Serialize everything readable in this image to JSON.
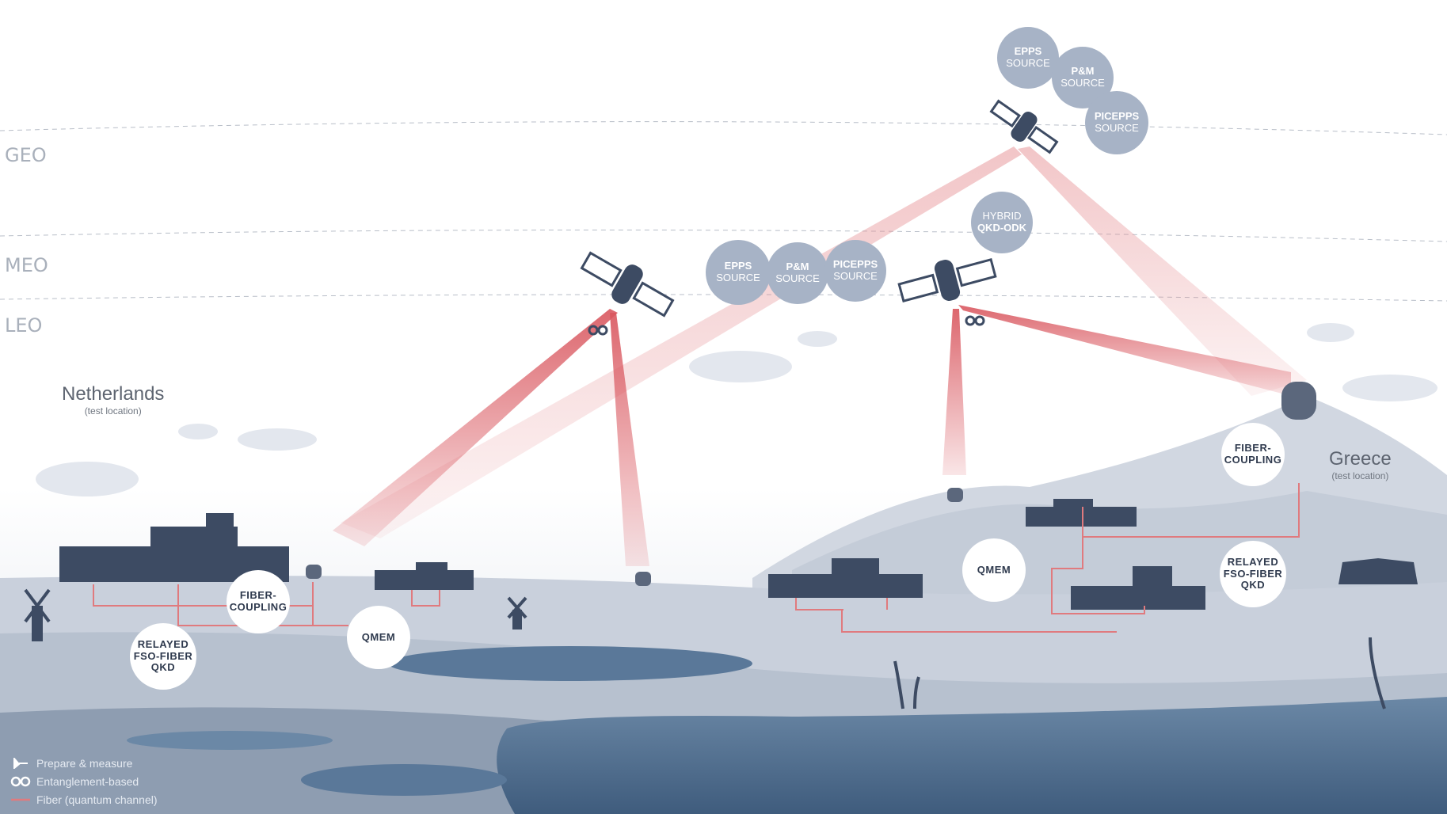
{
  "orbits": {
    "geo": "GEO",
    "meo": "MEO",
    "leo": "LEO"
  },
  "locations": {
    "netherlands": {
      "name": "Netherlands",
      "note": "(test location)"
    },
    "greece": {
      "name": "Greece",
      "note": "(test location)"
    }
  },
  "geo_sources": [
    {
      "line1": "EPPS",
      "line2": "SOURCE"
    },
    {
      "line1": "P&M",
      "line2": "SOURCE"
    },
    {
      "line1": "PICEPPS",
      "line2": "SOURCE"
    }
  ],
  "hybrid": {
    "line1": "HYBRID",
    "line2": "QKD-ODK"
  },
  "meo_sources": [
    {
      "line1": "EPPS",
      "line2": "SOURCE"
    },
    {
      "line1": "P&M",
      "line2": "SOURCE"
    },
    {
      "line1": "PICEPPS",
      "line2": "SOURCE"
    }
  ],
  "ground_labels": {
    "nl_fiber": {
      "line1": "FIBER-",
      "line2": "COUPLING"
    },
    "nl_relayed": {
      "line1": "RELAYED",
      "line2": "FSO-FIBER",
      "line3": "QKD"
    },
    "nl_qmem": "QMEM",
    "gr_qmem": "QMEM",
    "gr_fiber": {
      "line1": "FIBER-",
      "line2": "COUPLING"
    },
    "gr_relayed": {
      "line1": "RELAYED",
      "line2": "FSO-FIBER",
      "line3": "QKD"
    }
  },
  "legend": [
    {
      "icon": "prepare-measure-icon",
      "label": "Prepare & measure"
    },
    {
      "icon": "entanglement-icon",
      "label": "Entanglement-based"
    },
    {
      "icon": "fiber-line-icon",
      "label": "Fiber (quantum channel)"
    }
  ],
  "colors": {
    "beam": "#d9565e",
    "fiber": "#e07a7e",
    "source_circle": "#a7b3c6",
    "ground": "#c9d0dc",
    "water": "#4f6d8c",
    "city": "#3d4b63"
  }
}
